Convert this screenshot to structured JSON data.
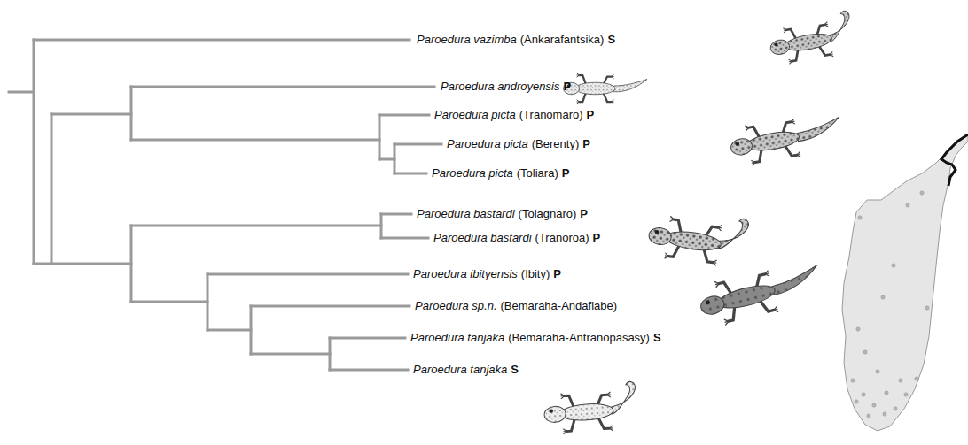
{
  "diagram": {
    "labels": [
      "Paroedura vazimba",
      "(Ankarafantsika)",
      "S",
      "Paroedura androyensis",
      "P",
      "Paroedura picta",
      "(Tranomaro)",
      "P",
      "Paroedura picta",
      "(Berenty)",
      "P",
      "Paroedura picta",
      "(Toliara)",
      "P",
      "Paroedura bastardi",
      "(Tolagnaro)",
      "P",
      "Paroedura bastardi",
      "(Tranoroa)",
      "P",
      "Paroedura ibityensis",
      "(Ibity)",
      "P",
      "Paroedura sp.n.",
      "(Bemaraha-Andafiabe)",
      "Paroedura tanjaka",
      "(Bemaraha-Antranopasasy)",
      "S",
      "Paroedura tanjaka",
      "S"
    ]
  }
}
